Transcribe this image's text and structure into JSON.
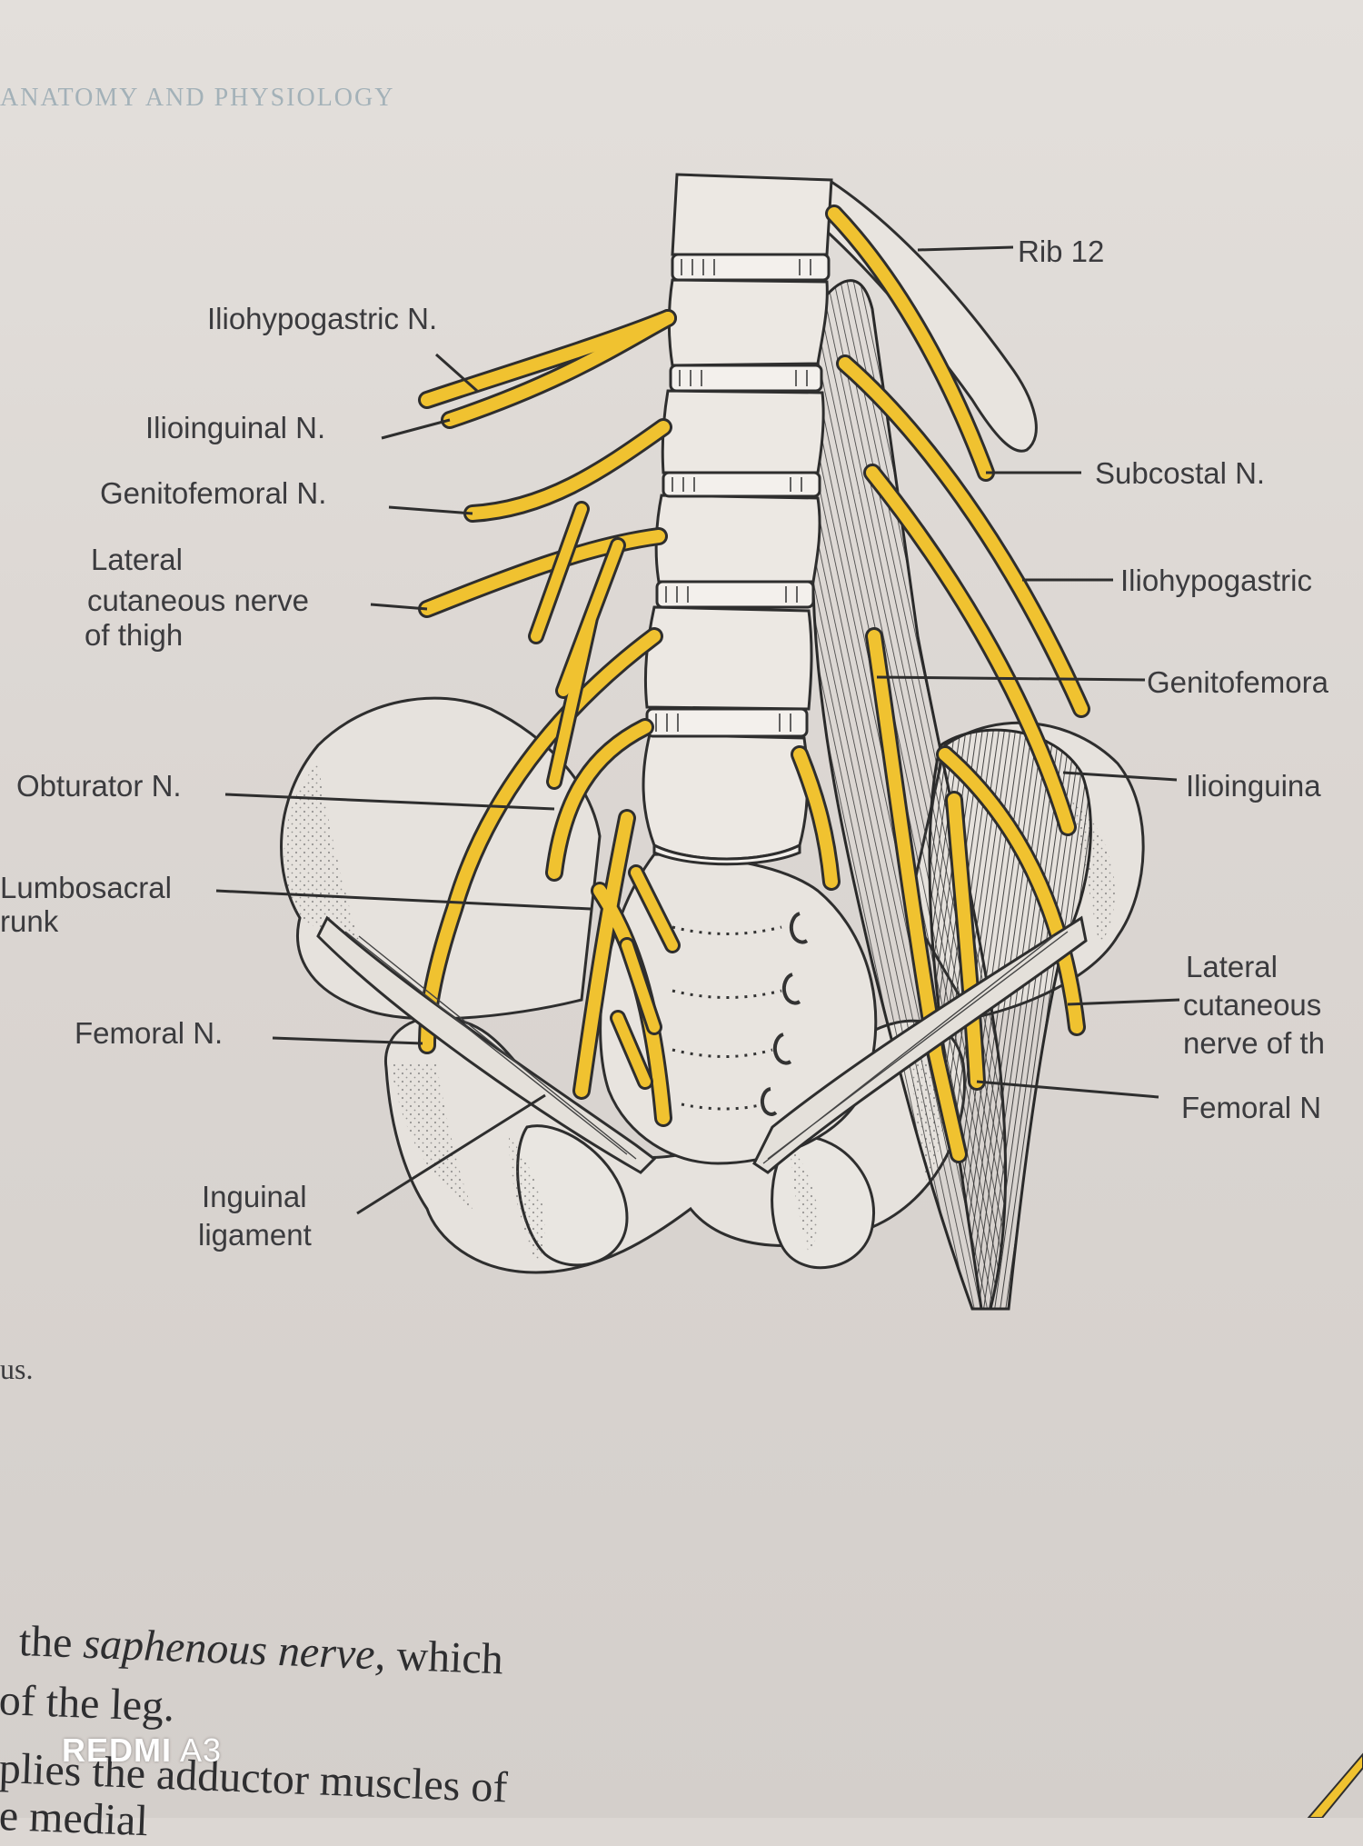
{
  "running_head": "ANATOMY AND PHYSIOLOGY",
  "figure": {
    "nerve_color": "#f0c230",
    "labels_left": {
      "iliohypogastric": "Iliohypogastric N.",
      "ilioinguinal": "Ilioinguinal N.",
      "genitofemoral": "Genitofemoral N.",
      "lateral_cutaneous": [
        "Lateral",
        "cutaneous nerve",
        "of thigh"
      ],
      "obturator": "Obturator N.",
      "lumbosacral": [
        "Lumbosacral",
        "runk"
      ],
      "femoral": "Femoral N.",
      "inguinal": [
        "Inguinal",
        "ligament"
      ]
    },
    "labels_right": {
      "rib12": "Rib 12",
      "subcostal": "Subcostal N.",
      "iliohypogastric": "Iliohypogastric",
      "genitofemoral": "Genitofemora",
      "ilioinguinal": "Ilioinguina",
      "lateral_cutaneous": [
        "Lateral",
        "cutaneous",
        "nerve of th"
      ],
      "femoral": "Femoral N"
    }
  },
  "caption_fragment": "us.",
  "body_text": {
    "line1_pre": "the ",
    "line1_italic": "saphenous nerve,",
    "line1_post": " which",
    "line2": "of the leg.",
    "line3": "plies the adductor muscles of",
    "line4": "e medial"
  },
  "watermark": {
    "brand": "REDMI",
    "model": "A3"
  }
}
